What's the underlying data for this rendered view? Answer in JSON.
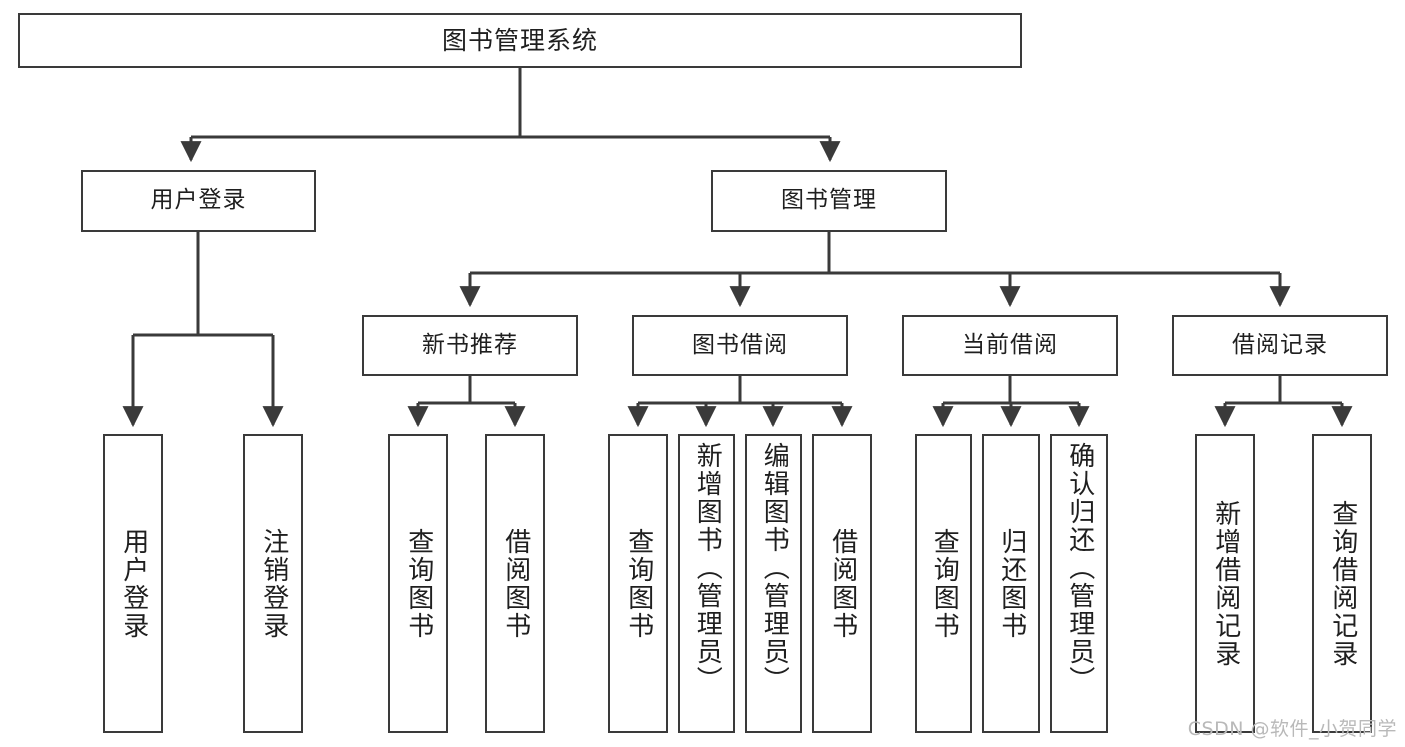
{
  "diagram": {
    "title": "图书管理系统",
    "type": "hierarchy-tree",
    "watermark": "CSDN @软件_小贺同学",
    "colors": {
      "stroke": "#3a3a3a",
      "fill": "#ffffff",
      "text": "#1f1f1f",
      "watermark": "#b9b9b9"
    },
    "nodes": {
      "root": {
        "label": "图书管理系统"
      },
      "level1": [
        {
          "id": "user-login",
          "label": "用户登录"
        },
        {
          "id": "book-management",
          "label": "图书管理"
        }
      ],
      "level2": [
        {
          "id": "new-book-recommend",
          "label": "新书推荐"
        },
        {
          "id": "book-borrow",
          "label": "图书借阅"
        },
        {
          "id": "current-borrow",
          "label": "当前借阅"
        },
        {
          "id": "borrow-record",
          "label": "借阅记录"
        }
      ],
      "leaves": {
        "user_login": [
          {
            "id": "leaf-user-login",
            "label": "用户登录"
          },
          {
            "id": "leaf-logout-login",
            "label": "注销登录"
          }
        ],
        "new_book_recommend": [
          {
            "id": "leaf-query-book-1",
            "label": "查询图书"
          },
          {
            "id": "leaf-borrow-book-1",
            "label": "借阅图书"
          }
        ],
        "book_borrow": [
          {
            "id": "leaf-query-book-2",
            "label": "查询图书"
          },
          {
            "id": "leaf-add-book",
            "label": "新增图书（管理员）"
          },
          {
            "id": "leaf-edit-book",
            "label": "编辑图书（管理员）"
          },
          {
            "id": "leaf-borrow-book-2",
            "label": "借阅图书"
          }
        ],
        "current_borrow": [
          {
            "id": "leaf-query-book-3",
            "label": "查询图书"
          },
          {
            "id": "leaf-return-book",
            "label": "归还图书"
          },
          {
            "id": "leaf-confirm-return",
            "label": "确认归还（管理员）"
          }
        ],
        "borrow_record": [
          {
            "id": "leaf-add-record",
            "label": "新增借阅记录"
          },
          {
            "id": "leaf-query-record",
            "label": "查询借阅记录"
          }
        ]
      }
    }
  }
}
